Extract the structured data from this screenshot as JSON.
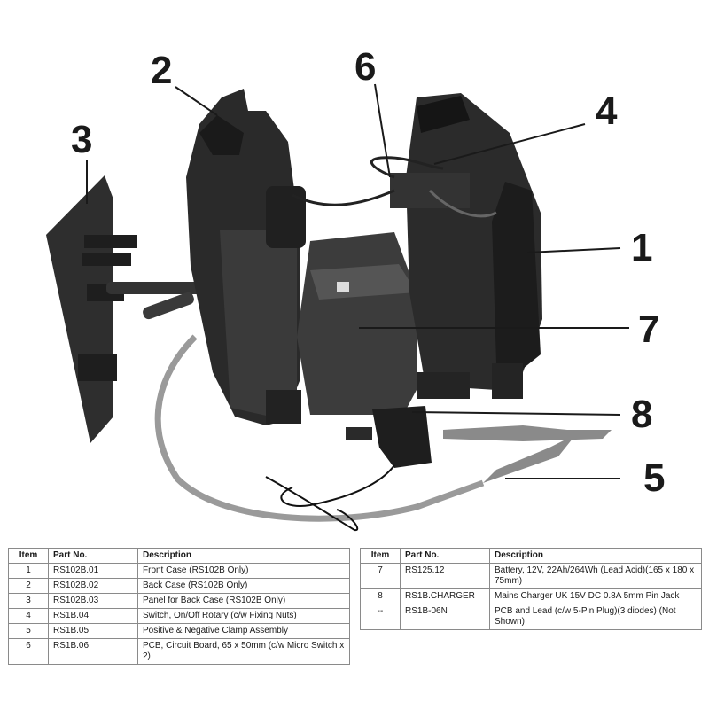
{
  "callouts": [
    {
      "number": "1",
      "part": "Front Case"
    },
    {
      "number": "2",
      "part": "Back Case"
    },
    {
      "number": "3",
      "part": "Panel for Back Case"
    },
    {
      "number": "4",
      "part": "Switch"
    },
    {
      "number": "5",
      "part": "Positive & Negative Clamp Assembly"
    },
    {
      "number": "6",
      "part": "PCB"
    },
    {
      "number": "7",
      "part": "Battery"
    },
    {
      "number": "8",
      "part": "Mains Charger"
    }
  ],
  "table": {
    "headers": {
      "item": "Item",
      "part_no": "Part No.",
      "description": "Description"
    },
    "left_rows": [
      {
        "item": "1",
        "part_no": "RS102B.01",
        "description": "Front Case (RS102B Only)"
      },
      {
        "item": "2",
        "part_no": "RS102B.02",
        "description": "Back Case (RS102B Only)"
      },
      {
        "item": "3",
        "part_no": "RS102B.03",
        "description": "Panel for Back Case (RS102B Only)"
      },
      {
        "item": "4",
        "part_no": "RS1B.04",
        "description": "Switch, On/Off Rotary (c/w Fixing Nuts)"
      },
      {
        "item": "5",
        "part_no": "RS1B.05",
        "description": "Positive & Negative Clamp Assembly"
      },
      {
        "item": "6",
        "part_no": "RS1B.06",
        "description": "PCB, Circuit Board, 65 x 50mm (c/w Micro Switch x 2)"
      }
    ],
    "right_rows": [
      {
        "item": "7",
        "part_no": "RS125.12",
        "description": "Battery, 12V, 22Ah/264Wh (Lead Acid)(165 x 180 x 75mm)"
      },
      {
        "item": "8",
        "part_no": "RS1B.CHARGER",
        "description": "Mains Charger UK 15V DC 0.8A 5mm Pin Jack"
      },
      {
        "item": "--",
        "part_no": "RS1B-06N",
        "description": "PCB and Lead (c/w 5-Pin Plug)(3 diodes) (Not Shown)"
      }
    ]
  },
  "colors": {
    "case": "#2b2b2b",
    "case_dark": "#141414",
    "cable": "#9a9a9a",
    "battery": "#3a3a3a"
  }
}
